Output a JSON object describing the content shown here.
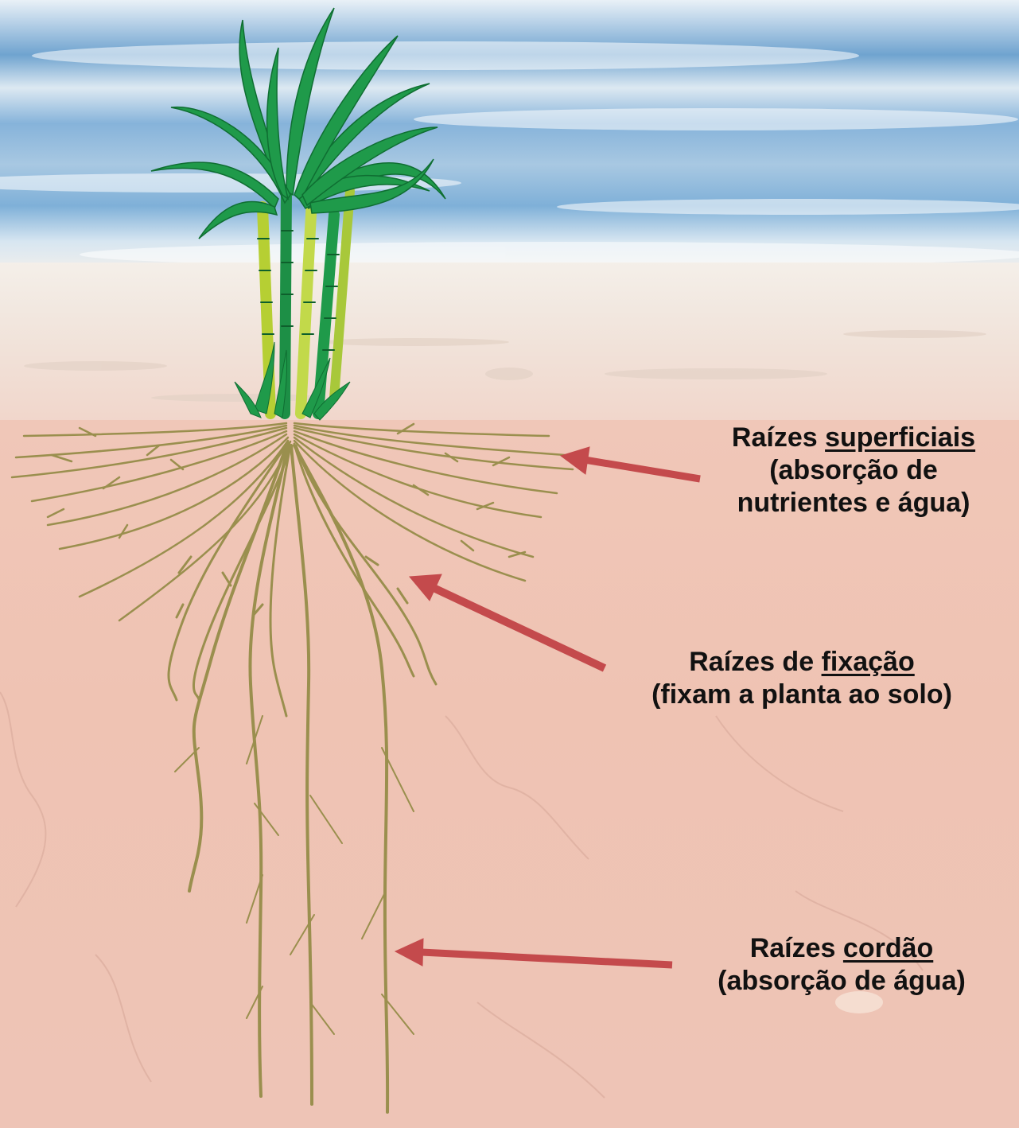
{
  "colors": {
    "sky_blue": "#6fa3cf",
    "soil": "#f2c3b4",
    "root": "#9a8f4e",
    "leaf": "#1f9a4a",
    "stalk": "#b6cf33",
    "arrow": "#c44a4c"
  },
  "labels": {
    "superficiais": {
      "prefix": "Raízes ",
      "keyword": "superficiais",
      "line2": "(absorção de",
      "line3": "nutrientes e água)"
    },
    "fixacao": {
      "prefix": "Raízes de ",
      "keyword": "fixação",
      "line2": "(fixam a planta ao solo)"
    },
    "cordao": {
      "prefix": "Raízes ",
      "keyword": "cordão",
      "line2": "(absorção de água)"
    }
  }
}
